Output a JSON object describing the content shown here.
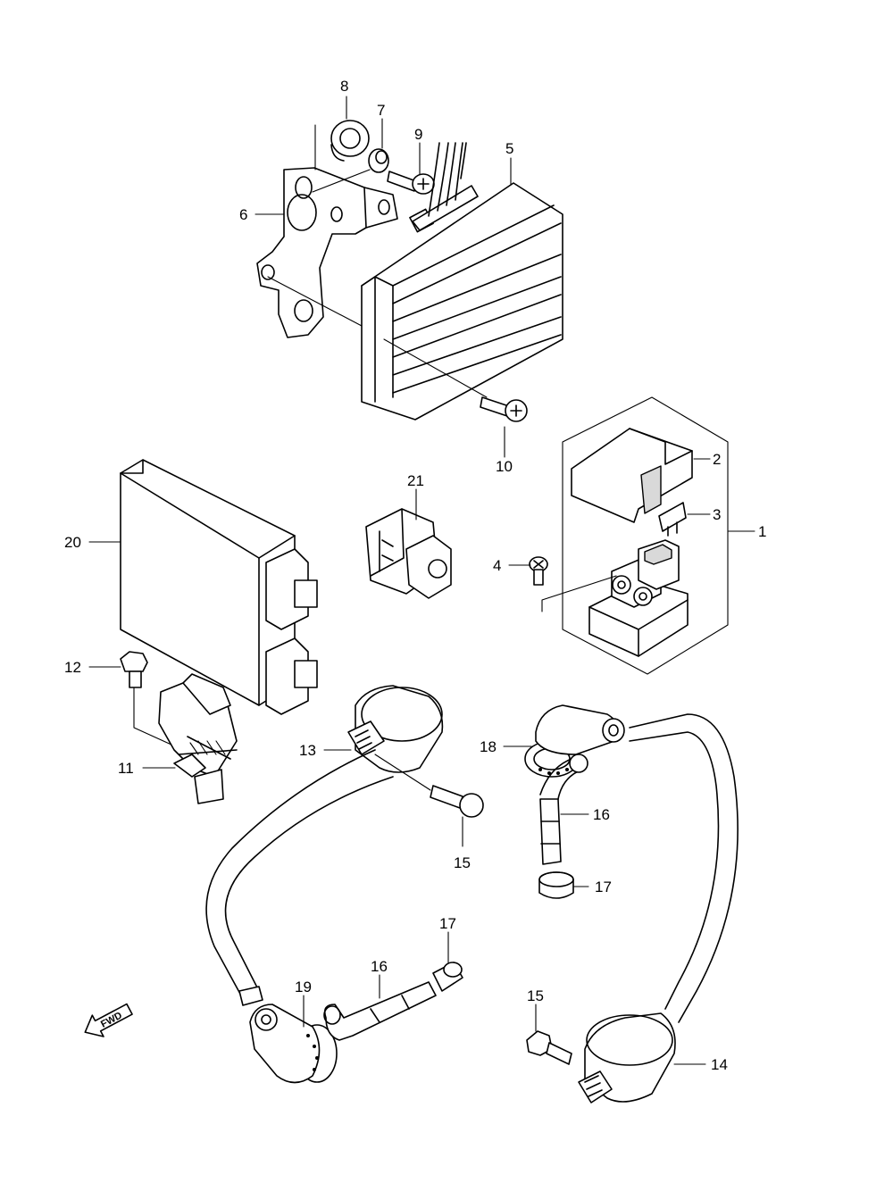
{
  "diagram": {
    "labels": [
      "1",
      "2",
      "3",
      "4",
      "5",
      "6",
      "7",
      "8",
      "9",
      "10",
      "11",
      "12",
      "13",
      "14",
      "15",
      "15",
      "16",
      "16",
      "17",
      "17",
      "18",
      "19",
      "20",
      "21"
    ],
    "fwd_text": "FWD"
  }
}
